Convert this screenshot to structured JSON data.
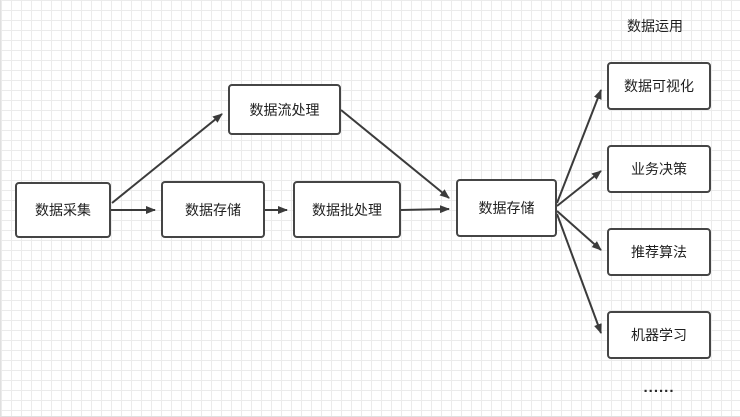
{
  "canvas": {
    "background": "#ffffff",
    "grid_color": "#ebebeb",
    "node_border_color": "#454545",
    "connector_color": "#3b3b3b",
    "text_color": "#1f1f1f"
  },
  "diagram": {
    "group_label": "数据运用",
    "ellipsis": "......",
    "nodes": [
      {
        "id": "data-collection",
        "label": "数据采集"
      },
      {
        "id": "data-storage-1",
        "label": "数据存储"
      },
      {
        "id": "stream-processing",
        "label": "数据流处理"
      },
      {
        "id": "batch-processing",
        "label": "数据批处理"
      },
      {
        "id": "data-storage-2",
        "label": "数据存储"
      },
      {
        "id": "data-visualization",
        "label": "数据可视化"
      },
      {
        "id": "business-decision",
        "label": "业务决策"
      },
      {
        "id": "recommendation-algorithm",
        "label": "推荐算法"
      },
      {
        "id": "machine-learning",
        "label": "机器学习"
      }
    ],
    "connectors": [
      {
        "from": "data-collection",
        "to": "data-storage-1"
      },
      {
        "from": "data-collection",
        "to": "stream-processing"
      },
      {
        "from": "data-storage-1",
        "to": "batch-processing"
      },
      {
        "from": "stream-processing",
        "to": "data-storage-2"
      },
      {
        "from": "batch-processing",
        "to": "data-storage-2"
      },
      {
        "from": "data-storage-2",
        "to": "data-visualization"
      },
      {
        "from": "data-storage-2",
        "to": "business-decision"
      },
      {
        "from": "data-storage-2",
        "to": "recommendation-algorithm"
      },
      {
        "from": "data-storage-2",
        "to": "machine-learning"
      }
    ]
  }
}
